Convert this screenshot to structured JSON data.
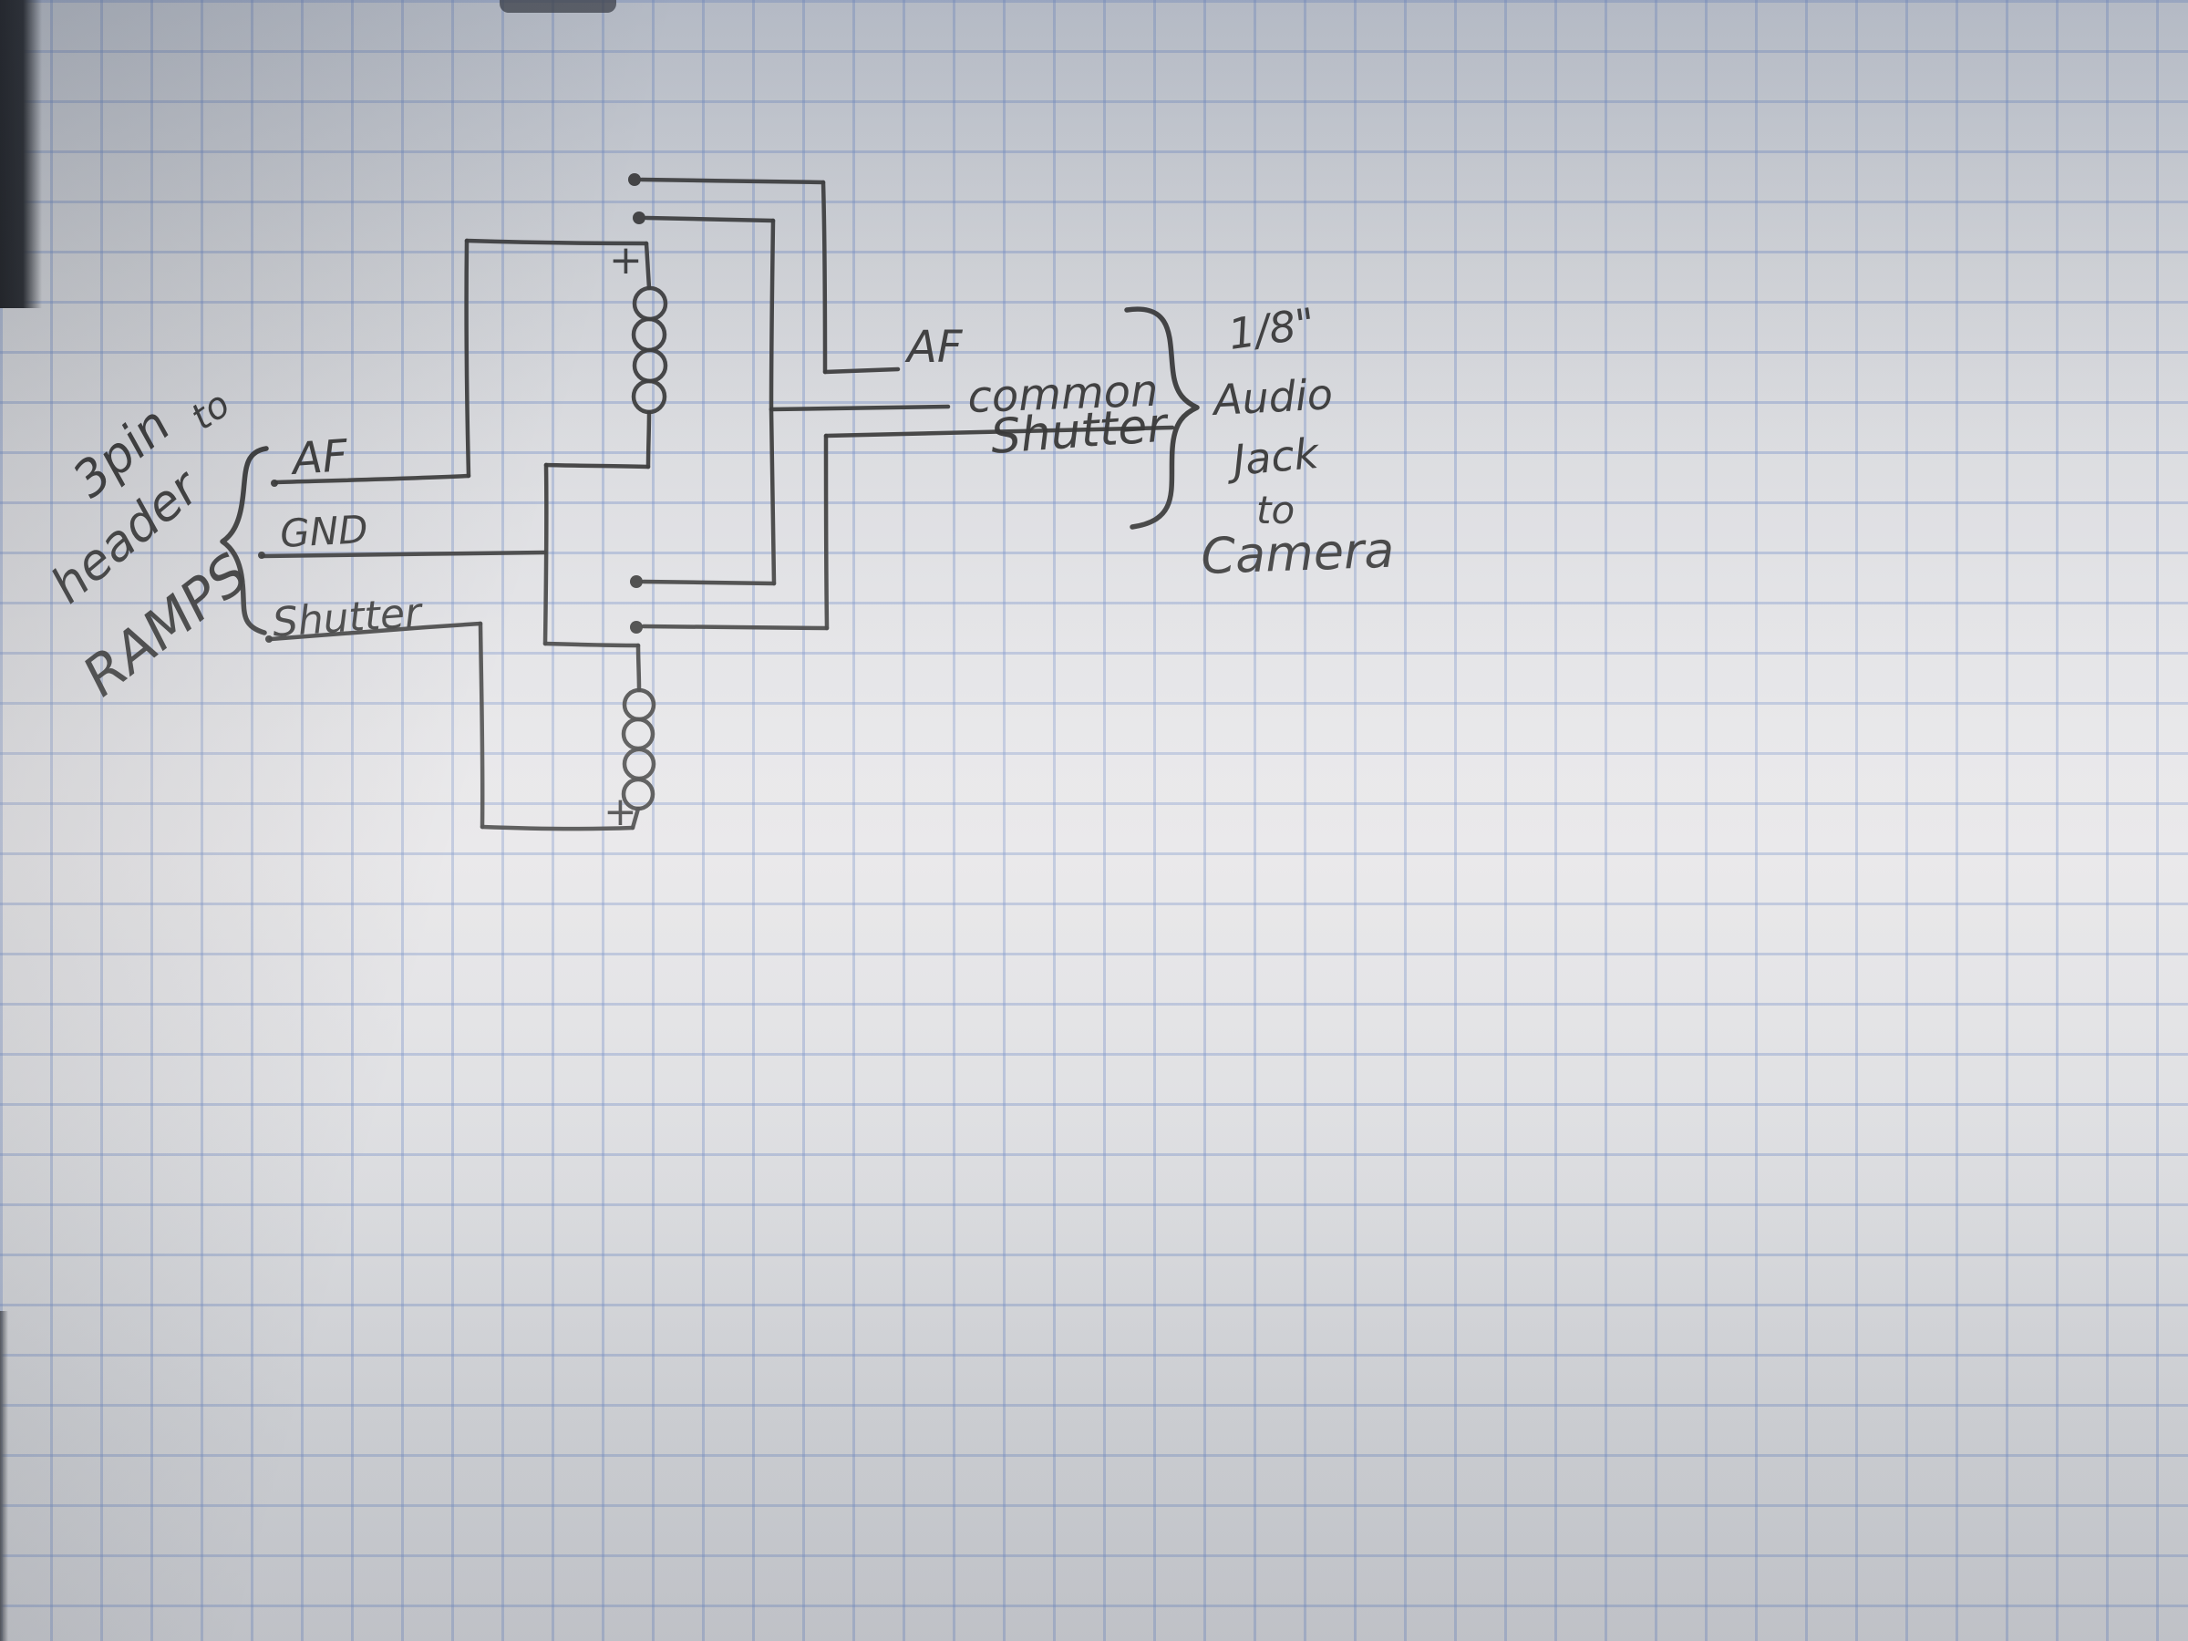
{
  "colors": {
    "ink": "#3f3f3f",
    "grid_blue": "#748ec6",
    "paper": "#e2e3e6"
  },
  "diagram": {
    "left_annotation": {
      "line1": "3pin",
      "line2": "header",
      "line3": "RAMPS",
      "connector": "to"
    },
    "header_pins": {
      "af": "AF",
      "gnd": "GND",
      "shutter": "Shutter"
    },
    "coil_polarity": {
      "top_plus": "+",
      "bottom_plus": "+"
    },
    "jack_outputs": {
      "af": "AF",
      "common": "common",
      "shutter": "Shutter"
    },
    "jack_annotation": {
      "line1": "1/8\"",
      "line2": "Audio",
      "line3": "Jack",
      "line4": "to",
      "line5": "Camera"
    }
  }
}
